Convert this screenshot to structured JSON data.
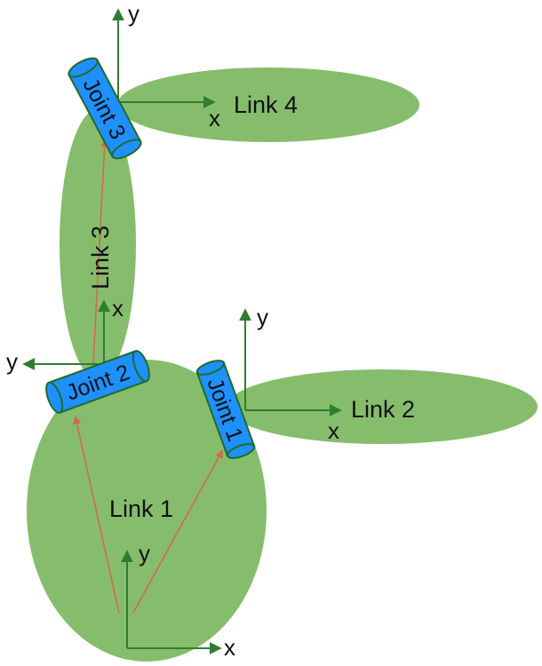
{
  "colors": {
    "link_fill": "#86bd6c",
    "joint_fill": "#1e90ff",
    "joint_stroke": "#1f6b2a",
    "axis_color": "#2e7d32",
    "vector_color": "#d26a4a",
    "text_color": "#111111"
  },
  "links": [
    {
      "label": "Link 1"
    },
    {
      "label": "Link 2"
    },
    {
      "label": "Link 3"
    },
    {
      "label": "Link 4"
    }
  ],
  "joints": [
    {
      "label": "Joint 1"
    },
    {
      "label": "Joint 2"
    },
    {
      "label": "Joint 3"
    }
  ],
  "axes": {
    "x_label": "x",
    "y_label": "y"
  }
}
